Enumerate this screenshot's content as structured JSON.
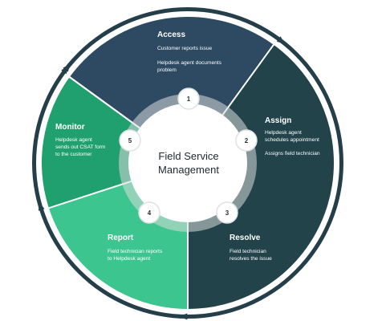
{
  "center": {
    "line1": "Field Service",
    "line2": "Management"
  },
  "colors": {
    "ring": "#243e4a",
    "access": "#2d4a62",
    "assign": "#22434a",
    "resolve": "#3cc58e",
    "report": "#20a06e",
    "monitor": "#157768",
    "inner_ring": "#d9dcdc",
    "badge": "#ffffff"
  },
  "stages": [
    {
      "number": "1",
      "title": "Access",
      "lines": [
        "Customer reports issue",
        "",
        "Helpdesk agent documents",
        "problem"
      ]
    },
    {
      "number": "2",
      "title": "Assign",
      "lines": [
        "Helpdesk agent",
        "schedules appointment",
        "",
        "Assigns field technician"
      ]
    },
    {
      "number": "3",
      "title": "Resolve",
      "lines": [
        "Field technician",
        "resolves the issue"
      ]
    },
    {
      "number": "4",
      "title": "Report",
      "lines": [
        "Field technician reports",
        "to Helpdesk agent"
      ]
    },
    {
      "number": "5",
      "title": "Monitor",
      "lines": [
        "Helpdesk agent",
        "sends out CSAT form",
        "to the customer"
      ]
    }
  ]
}
